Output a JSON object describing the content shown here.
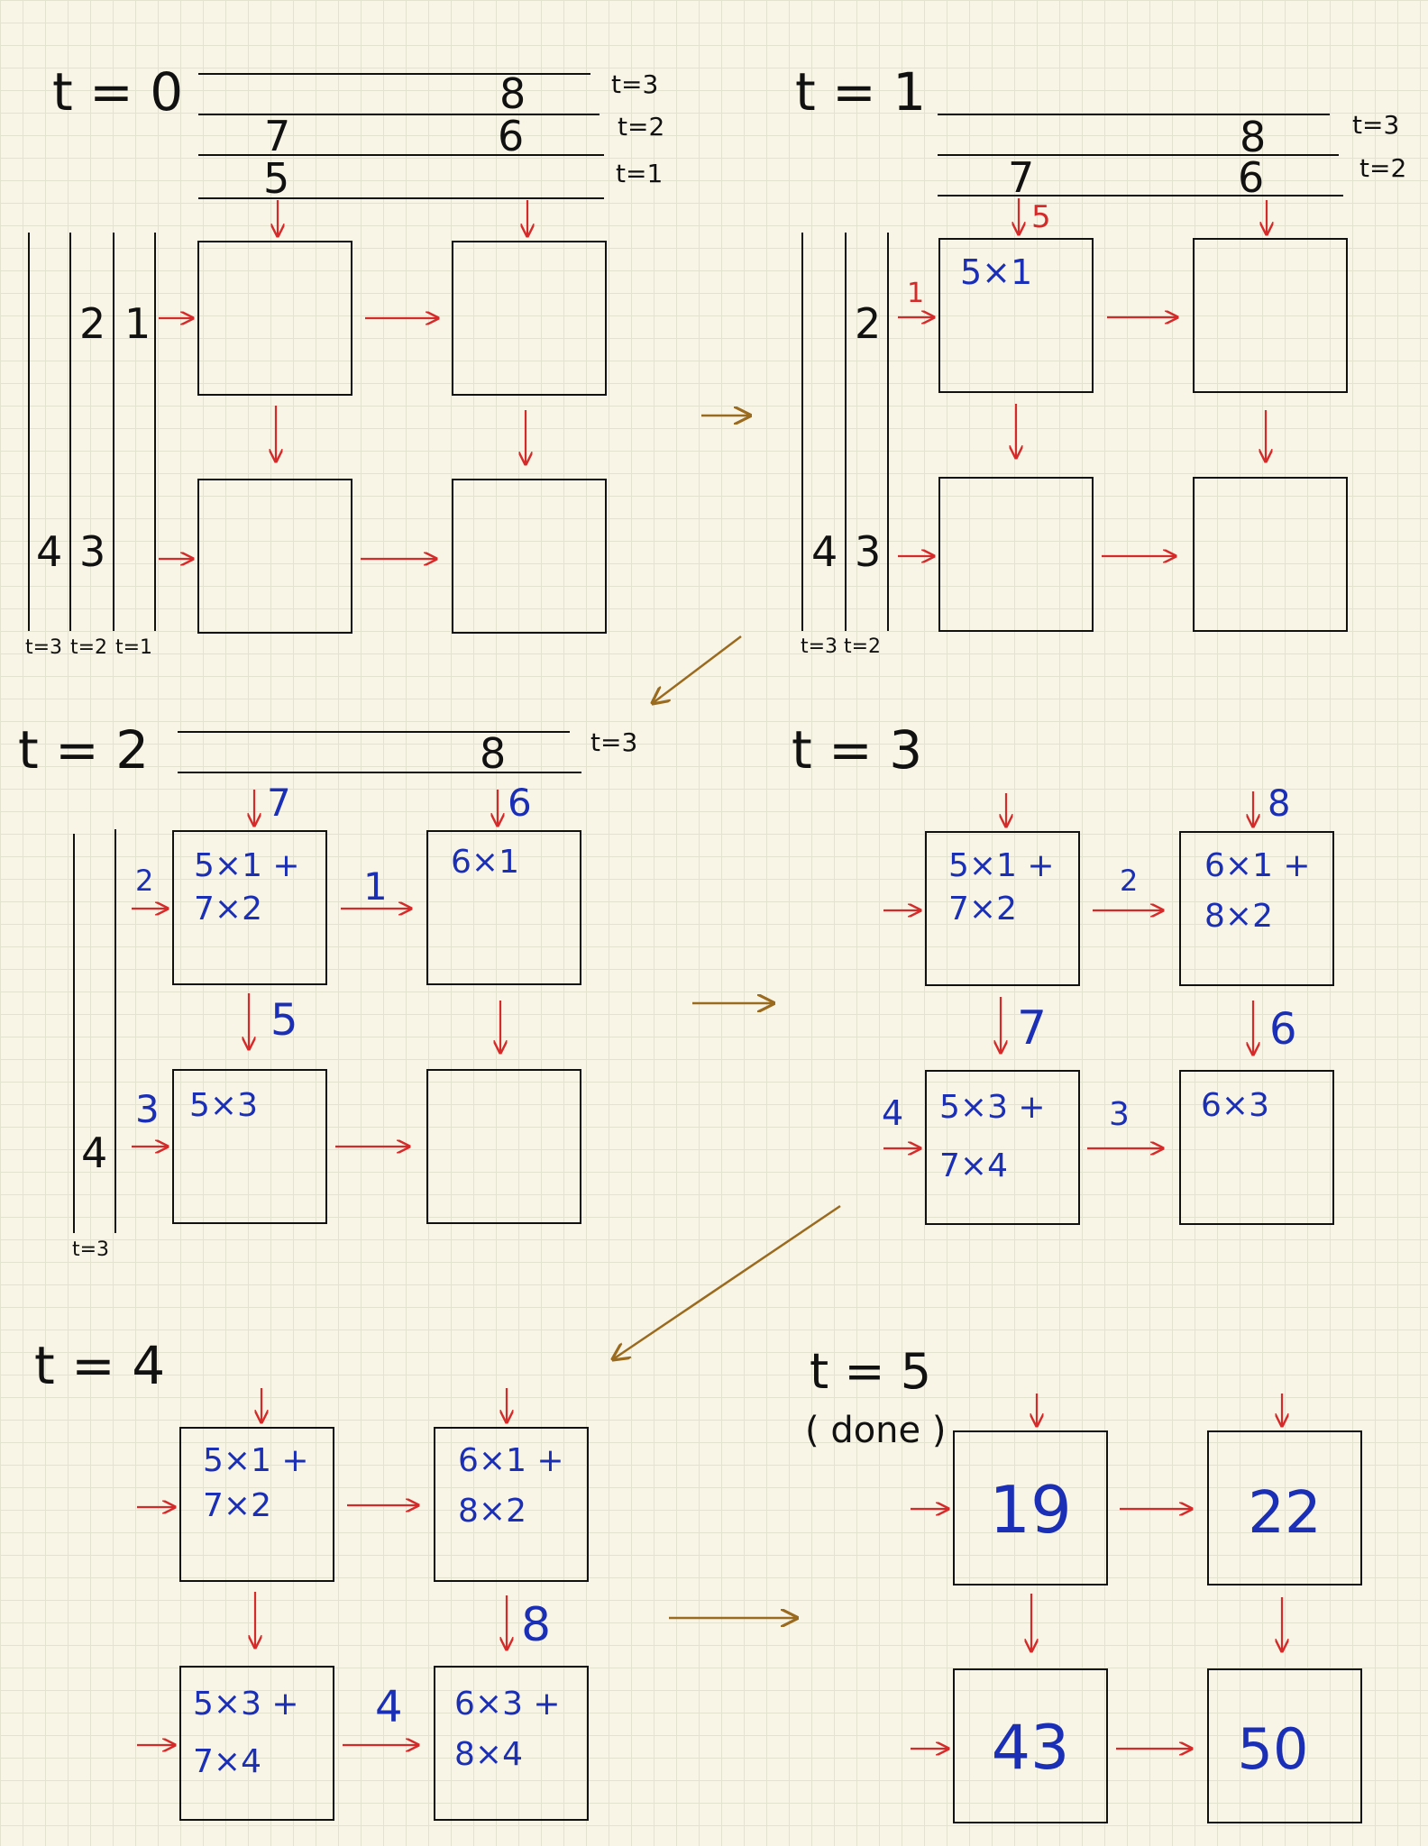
{
  "colors": {
    "ink": "#111111",
    "pen_blue": "#1a2fb5",
    "pen_red": "#d42a2a",
    "pen_brown": "#9a6a1e"
  },
  "panels": {
    "t0": {
      "title": "t = 0",
      "top_rows": [
        "t=3",
        "t=2",
        "t=1"
      ],
      "top_values": {
        "r3c1": "8",
        "r2c0": "7",
        "r2c1": "6",
        "r1c0": "5"
      },
      "left_cols": [
        "t=3",
        "t=2",
        "t=1"
      ],
      "left_values": {
        "top_t2": "2",
        "top_t1": "1",
        "bot_t3": "4",
        "bot_t2": "3"
      }
    },
    "t1": {
      "title": "t = 1",
      "top_rows": [
        "t=3",
        "t=2"
      ],
      "top_values": {
        "r3c1": "8",
        "r2c0": "7",
        "r2c1": "6"
      },
      "left_cols": [
        "t=3",
        "t=2"
      ],
      "left_values": {
        "top_t2": "2",
        "bot_t3": "4",
        "bot_t2": "3"
      },
      "flow_top": "5",
      "flow_left": "1",
      "cell_00": "5×1"
    },
    "t2": {
      "title": "t = 2",
      "top_rows": [
        "t=3"
      ],
      "top_values": {
        "r3c1": "8"
      },
      "left_cols": [
        "t=3"
      ],
      "left_values": {
        "bot_t3": "4"
      },
      "in_c0": "7",
      "in_c1": "6",
      "in_r0": "2",
      "in_r1": "3",
      "pass_h": "1",
      "pass_v": "5",
      "cell_00": [
        "5×1 +",
        "7×2"
      ],
      "cell_01": "6×1",
      "cell_10": "5×3"
    },
    "t3": {
      "title": "t = 3",
      "in_c1": "8",
      "in_r1": "4",
      "pass_h0": "2",
      "pass_h1": "3",
      "pass_v0": "7",
      "pass_v1": "6",
      "cell_00": [
        "5×1 +",
        "7×2"
      ],
      "cell_01": [
        "6×1 +",
        "8×2"
      ],
      "cell_10": [
        "5×3 +",
        "7×4"
      ],
      "cell_11": "6×3"
    },
    "t4": {
      "title": "t = 4",
      "pass_h1": "4",
      "pass_v1": "8",
      "cell_00": [
        "5×1 +",
        "7×2"
      ],
      "cell_01": [
        "6×1 +",
        "8×2"
      ],
      "cell_10": [
        "5×3 +",
        "7×4"
      ],
      "cell_11": [
        "6×3 +",
        "8×4"
      ]
    },
    "t5": {
      "title": "t = 5",
      "subtitle": "( done )",
      "cell_00": "19",
      "cell_01": "22",
      "cell_10": "43",
      "cell_11": "50"
    }
  }
}
